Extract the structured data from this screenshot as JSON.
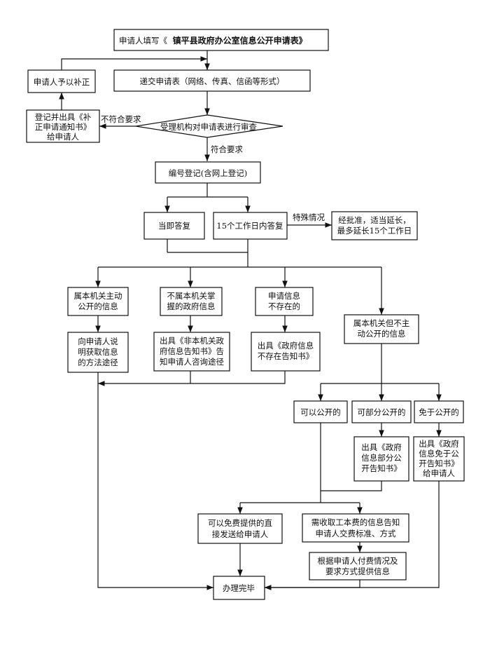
{
  "nodes": {
    "start": {
      "prefix": "申请人填写《",
      "title": "镇平县政府办公室信息公开申请表》"
    },
    "correct": {
      "label": "申请人予以补正"
    },
    "submit": {
      "label": "递交申请表（网络、传真、信函等形式）"
    },
    "notice": {
      "lines": [
        "登记并出具《补",
        "正申请通知书》",
        "给申请人"
      ]
    },
    "review": {
      "label": "受理机构对申请表进行审查"
    },
    "register": {
      "label": "编号登记(含网上登记)"
    },
    "immediate": {
      "label": "当即答复"
    },
    "fifteen": {
      "label": "15个工作日内答复"
    },
    "extend": {
      "lines": [
        "经批准，适当延长，",
        "最多延长15个工作日"
      ]
    },
    "active": {
      "lines": [
        "属本机关主动",
        "公开的信息"
      ]
    },
    "notmine": {
      "lines": [
        "不属本机关掌",
        "握的政府信息"
      ]
    },
    "notexist": {
      "lines": [
        "申请信息",
        "不存在的"
      ]
    },
    "notactive": {
      "lines": [
        "属本机关但不主",
        "动公开的信息"
      ]
    },
    "explain": {
      "lines": [
        "向申请人说",
        "明获取信息",
        "的方法途径"
      ]
    },
    "nonagency": {
      "lines": [
        "出具《非本机关政",
        "府信息告知书》告",
        "知申请人咨询途径"
      ]
    },
    "nonexist_notice": {
      "lines": [
        "出具《政府信息",
        "不存在告知书》"
      ]
    },
    "can": {
      "label": "可以公开的"
    },
    "partial": {
      "label": "可部分公开的"
    },
    "exempt": {
      "label": "免于公开的"
    },
    "partial_notice": {
      "lines": [
        "出具《政府",
        "信息部分公",
        "开告知书》"
      ]
    },
    "exempt_notice": {
      "lines": [
        "出具《政府",
        "信息免于公",
        "开告知书》",
        "给申请人"
      ]
    },
    "free": {
      "lines": [
        "可以免费提供的直",
        "接发送给申请人"
      ]
    },
    "fee": {
      "lines": [
        "需收取工本费的信息告知",
        "申请人交费标准、方式"
      ]
    },
    "provide": {
      "lines": [
        "根据申请人付费情况及",
        "要求方式提供信息"
      ]
    },
    "done": {
      "label": "办理完毕"
    }
  },
  "edge_labels": {
    "not_meet": "不符合要求",
    "meet": "符合要求",
    "special": "特殊情况"
  }
}
